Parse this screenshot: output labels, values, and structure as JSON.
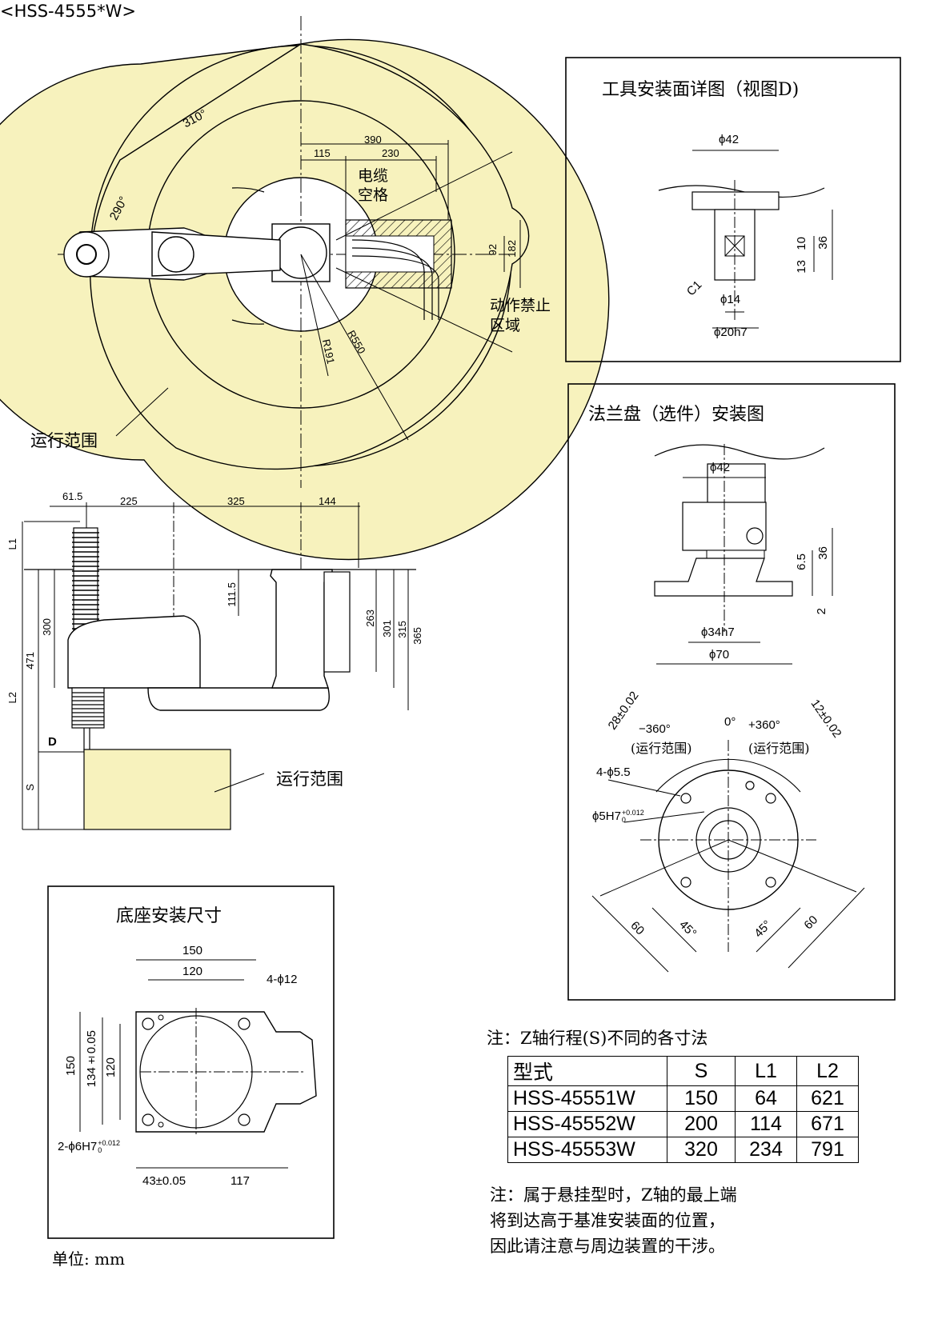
{
  "header": {
    "model_code": "<HSS-4555*W>"
  },
  "top_view": {
    "angle_310": "310°",
    "angle_290": "290°",
    "dim_390": "390",
    "dim_115": "115",
    "dim_230": "230",
    "cable_space": "电缆\n空格",
    "dim_92": "92",
    "dim_182": "182",
    "no_motion_zone": "动作禁止\n区域",
    "r191": "R191",
    "r550": "R550",
    "range_label": "运行范围",
    "range_color": "#f7f2bd"
  },
  "side_view": {
    "dim_61_5": "61.5",
    "dim_225": "225",
    "dim_325": "325",
    "dim_144": "144",
    "l1": "L1",
    "l2": "L2",
    "s": "S",
    "dim_471": "471",
    "dim_300": "300",
    "dim_111_5": "111.5",
    "dim_263": "263",
    "dim_301": "301",
    "dim_315": "315",
    "dim_365": "365",
    "d_marker": "D",
    "range_label": "运行范围"
  },
  "tool_detail": {
    "title": "工具安装面详图（视图D)",
    "phi42": "ϕ42",
    "dim_10": "10",
    "dim_13": "13",
    "dim_36": "36",
    "chamfer": "C1",
    "phi14": "ϕ14",
    "phi20h7": "ϕ20h7"
  },
  "flange_detail": {
    "title": "法兰盘（选件）安装图",
    "phi42": "ϕ42",
    "dim_6_5": "6.5",
    "dim_36": "36",
    "dim_2": "2",
    "phi34h7": "ϕ34h7",
    "phi70": "ϕ70",
    "tol_28": "28±0.02",
    "tol_12": "12±0.02",
    "zero_deg": "0°",
    "minus360": "−360°",
    "plus360": "+360°",
    "range_minus": "(运行范围)",
    "range_plus": "(运行范围)",
    "holes": "4-ϕ5.5",
    "pin_hole": "ϕ5H7",
    "pin_tol_upper": "+0.012",
    "pin_tol_lower": "0",
    "dim_60_left": "60",
    "dim_45_left": "45°",
    "dim_45_right": "45°",
    "dim_60_right": "60"
  },
  "base_detail": {
    "title": "底座安装尺寸",
    "dim_150_h": "150",
    "dim_120_h": "120",
    "holes": "4-ϕ12",
    "dim_150_v": "150",
    "dim_134": "134±0.05",
    "dim_120_v": "120",
    "pin_holes": "2-ϕ6H7",
    "pin_tol_upper": "+0.012",
    "pin_tol_lower": "0",
    "dim_43": "43±0.05",
    "dim_117": "117"
  },
  "unit_note": "单位: mm",
  "stroke_note": "注：Z轴行程(S)不同的各寸法",
  "model_table": {
    "headers": [
      "型式",
      "S",
      "L1",
      "L2"
    ],
    "rows": [
      [
        "HSS-45551W",
        "150",
        "64",
        "621"
      ],
      [
        "HSS-45552W",
        "200",
        "114",
        "671"
      ],
      [
        "HSS-45553W",
        "320",
        "234",
        "791"
      ]
    ]
  },
  "ceiling_note": "注：属于悬挂型时，Z轴的最上端\n将到达高于基准安装面的位置，\n因此请注意与周边装置的干涉。"
}
